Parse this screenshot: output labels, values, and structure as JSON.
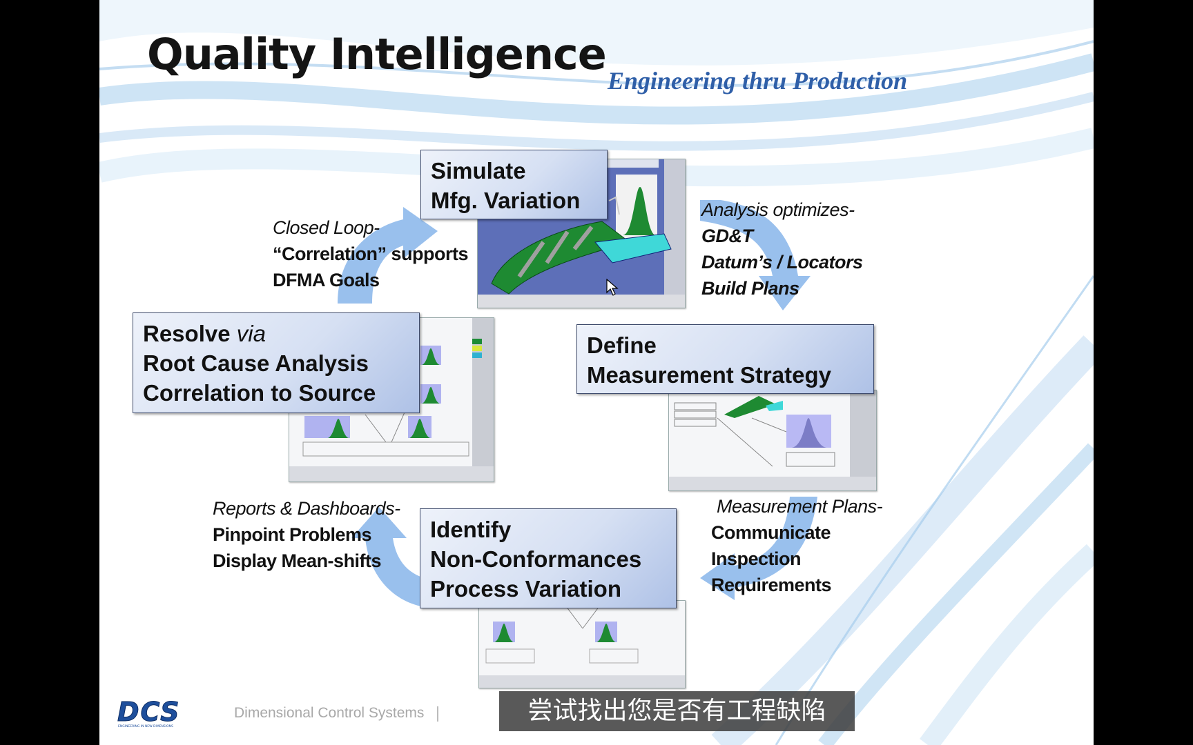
{
  "slide": {
    "title": "Quality Intelligence",
    "subtitle": "Engineering thru Production",
    "boxes": {
      "simulate": [
        "Simulate",
        "Mfg. Variation"
      ],
      "define": [
        "Define",
        "Measurement Strategy"
      ],
      "identify": [
        "Identify",
        "Non-Conformances",
        "Process Variation"
      ],
      "resolve": {
        "line1_main": "Resolve ",
        "line1_italic": "via",
        "line2": "Root Cause Analysis",
        "line3": "Correlation to Source"
      }
    },
    "notes": {
      "closed_loop": {
        "heading": "Closed Loop-",
        "lines": [
          "“Correlation” supports",
          "DFMA Goals"
        ]
      },
      "analysis": {
        "heading": "Analysis optimizes-",
        "lines": [
          "GD&T",
          "Datum’s / Locators",
          "Build Plans"
        ]
      },
      "reports": {
        "heading": "Reports & Dashboards-",
        "lines": [
          "Pinpoint Problems",
          "Display Mean-shifts"
        ]
      },
      "measurement_plans": {
        "heading": "Measurement Plans-",
        "lines": [
          "Communicate",
          "Inspection",
          "Requirements"
        ]
      }
    },
    "footer": "Dimensional Control Systems",
    "logo_text": "DCS",
    "logo_tagline": "ENGINEERING IN NEW DIMENSIONS"
  },
  "caption": "尝试找出您是否有工程缺陷",
  "colors": {
    "title": "#141414",
    "subtitle": "#2f5fa8",
    "box_border": "#3d4a6b",
    "arrow": "#7fb0e8",
    "logo": "#1e4f9c",
    "green_part": "#1e8a32",
    "cyan_part": "#3fd8d8"
  }
}
